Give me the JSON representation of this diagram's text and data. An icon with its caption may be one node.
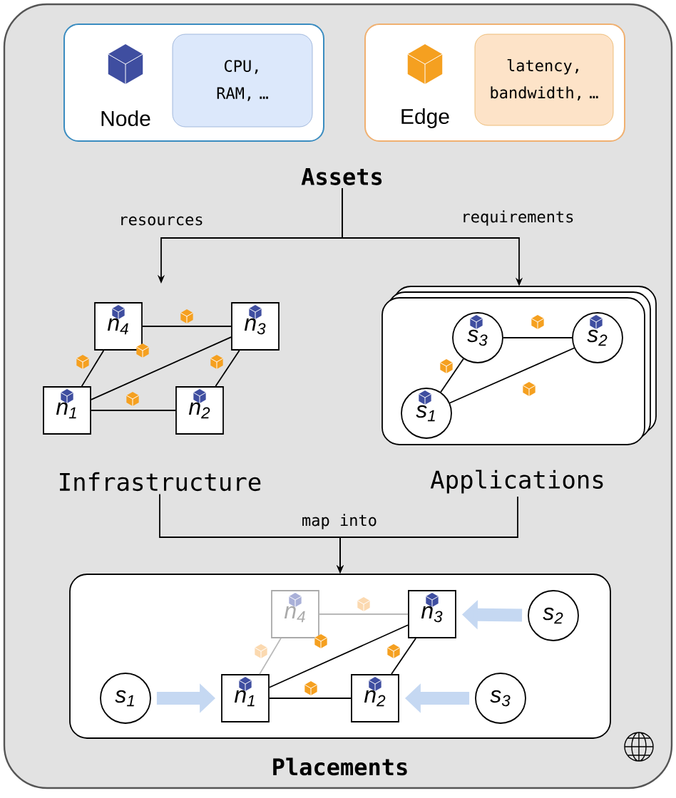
{
  "diagram": {
    "nodes": [
      {
        "text": [
          "Node"
        ]
      },
      {
        "text": [
          "CPU, RAM, …"
        ],
        "in": 0
      },
      {
        "text": [
          "Edge"
        ]
      },
      {
        "text": [
          "latency, bandwidth, …"
        ],
        "in": 2
      },
      {
        "text": [
          "Assets"
        ]
      },
      {
        "text": [
          "n$_{4}$"
        ]
      },
      {
        "text": [
          "n$_{3}$"
        ]
      },
      {
        "text": [
          "n$_{1}$"
        ]
      },
      {
        "text": [
          "n$_{2}$"
        ]
      },
      {
        "text": [
          "Infrastructure"
        ]
      },
      {
        "text": [],
        "shape": "box"
      },
      {
        "text": [
          "s$_{3}$"
        ],
        "in": 10
      },
      {
        "text": [
          "s$_{2}$"
        ],
        "in": 10
      },
      {
        "text": [
          "s$_{1}$"
        ],
        "in": 10
      },
      {
        "text": [
          "Applications"
        ]
      },
      {
        "text": [
          "Placements"
        ]
      },
      {
        "text": [
          "n$_{4}$"
        ],
        "in": 15
      },
      {
        "text": [
          "n$_{3}$"
        ],
        "in": 15
      },
      {
        "text": [
          "s$_{2}$"
        ],
        "in": 15
      },
      {
        "text": [
          "s$_{1}$"
        ],
        "in": 15
      },
      {
        "text": [
          "n$_{1}$"
        ],
        "in": 15
      },
      {
        "text": [
          "n$_{2}$"
        ],
        "in": 15
      },
      {
        "text": [
          "s$_{3}$"
        ],
        "in": 15
      }
    ],
    "edges": [
      {
        "from": 4,
        "to": null,
        "arrow": "to",
        "label": "resources"
      },
      {
        "from": 4,
        "to": 10,
        "arrow": "to",
        "label": "requirements"
      },
      {
        "from": 9,
        "to": 15,
        "arrow": "to",
        "label": "map into"
      },
      {
        "from": 14,
        "to": 15,
        "arrow": "to"
      },
      {
        "from": 5,
        "to": 6,
        "arrow": "none"
      },
      {
        "from": 5,
        "to": 7,
        "arrow": "none"
      },
      {
        "from": 7,
        "to": 6,
        "arrow": "none"
      },
      {
        "from": 7,
        "to": 8,
        "arrow": "none"
      },
      {
        "from": 8,
        "to": 6,
        "arrow": "none"
      },
      {
        "from": 11,
        "to": 12,
        "arrow": "none"
      },
      {
        "from": 11,
        "to": 13,
        "arrow": "none"
      },
      {
        "from": 13,
        "to": 12,
        "arrow": "none"
      },
      {
        "from": 16,
        "to": 17,
        "arrow": "none",
        "color": "#b8b8b8"
      },
      {
        "from": 16,
        "to": 20,
        "arrow": "none",
        "color": "#b8b8b8"
      },
      {
        "from": 20,
        "to": 17,
        "arrow": "none"
      },
      {
        "from": 20,
        "to": 21,
        "arrow": "none"
      },
      {
        "from": 21,
        "to": 17,
        "arrow": "none"
      },
      {
        "from": 19,
        "to": 20,
        "arrow": "to",
        "style": "thick",
        "color": "#c5d8f2"
      },
      {
        "from": 18,
        "to": 17,
        "arrow": "to",
        "style": "thick",
        "color": "#c5d8f2"
      },
      {
        "from": 22,
        "to": 21,
        "arrow": "to",
        "style": "thick",
        "color": "#c5d8f2"
      }
    ]
  }
}
